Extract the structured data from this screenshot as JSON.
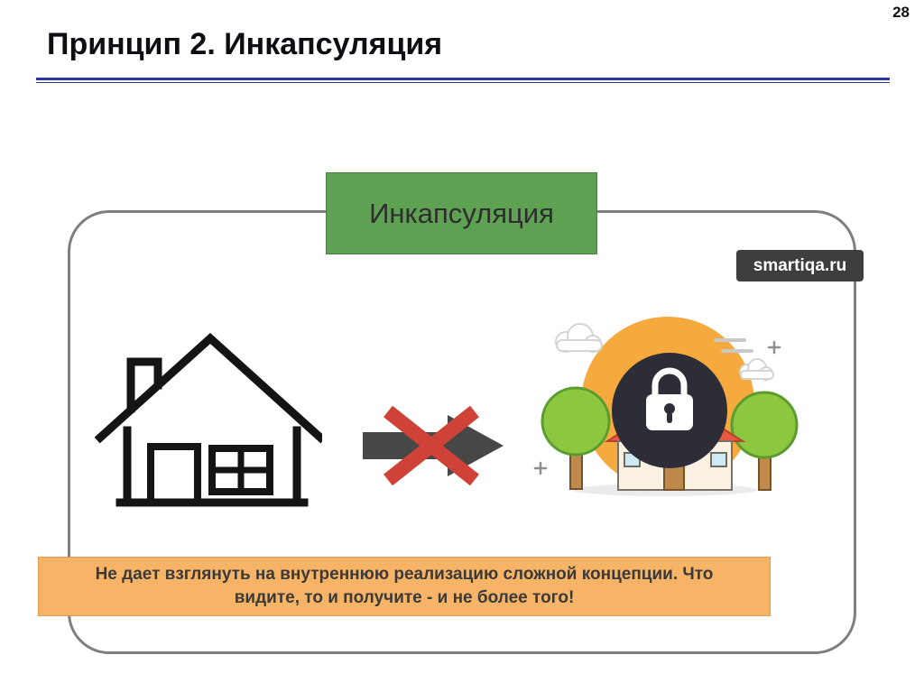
{
  "slide": {
    "page_number": "28",
    "title": "Принцип 2. Инкапсуляция"
  },
  "diagram": {
    "header": "Инкапсуляция",
    "watermark": "smartiqa.ru",
    "caption_lines": [
      "Не дает взглянуть на внутреннюю реализацию сложной концепции. Что",
      "видите, то и получите - и не более того!"
    ],
    "icons": {
      "left": "house-outline-icon",
      "middle": "blocked-arrow-icon",
      "right": "locked-house-illustration"
    },
    "colors": {
      "header_green": "#5fa153",
      "caption_orange": "#f8b466",
      "underline_blue": "#2a35a8",
      "watermark_gray": "#3e3e3e",
      "sun_orange": "#f6a93d",
      "lock_circle_dark": "#2d2d38",
      "cross_red": "#ce4238",
      "arrow_gray": "#474747",
      "tree_green": "#8dc63f",
      "roof_red": "#e4593f"
    }
  }
}
